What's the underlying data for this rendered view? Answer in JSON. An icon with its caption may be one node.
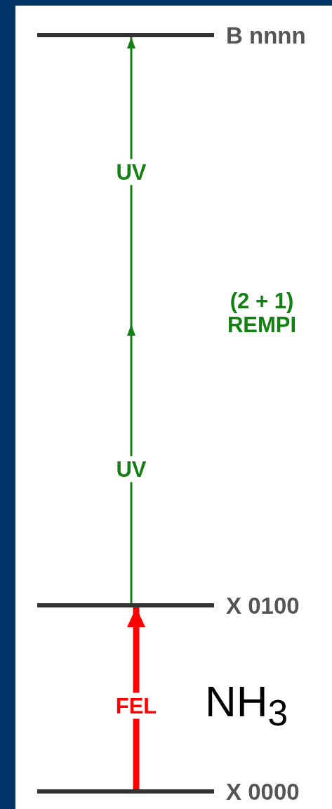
{
  "diagram": {
    "nodes": [
      {
        "text": [],
        "shape": "bar",
        "beside": [
          "B nnnn"
        ]
      },
      {
        "text": [],
        "shape": "bar",
        "beside": [
          "X 0100"
        ]
      },
      {
        "text": [],
        "shape": "bar",
        "beside": [
          "X 0000"
        ]
      }
    ],
    "edges": [
      {
        "from": 2,
        "to": 1,
        "arrow": "to",
        "label": "FEL",
        "style": "thick",
        "color": "#ff0000"
      },
      {
        "from": 1,
        "to": null,
        "arrow": "to",
        "label": "UV"
      },
      {
        "from": null,
        "to": 0,
        "arrow": "to",
        "label": "UV"
      }
    ],
    "labels": [
      "(2 + 1) REMPI",
      "NH$_{3}$"
    ]
  }
}
